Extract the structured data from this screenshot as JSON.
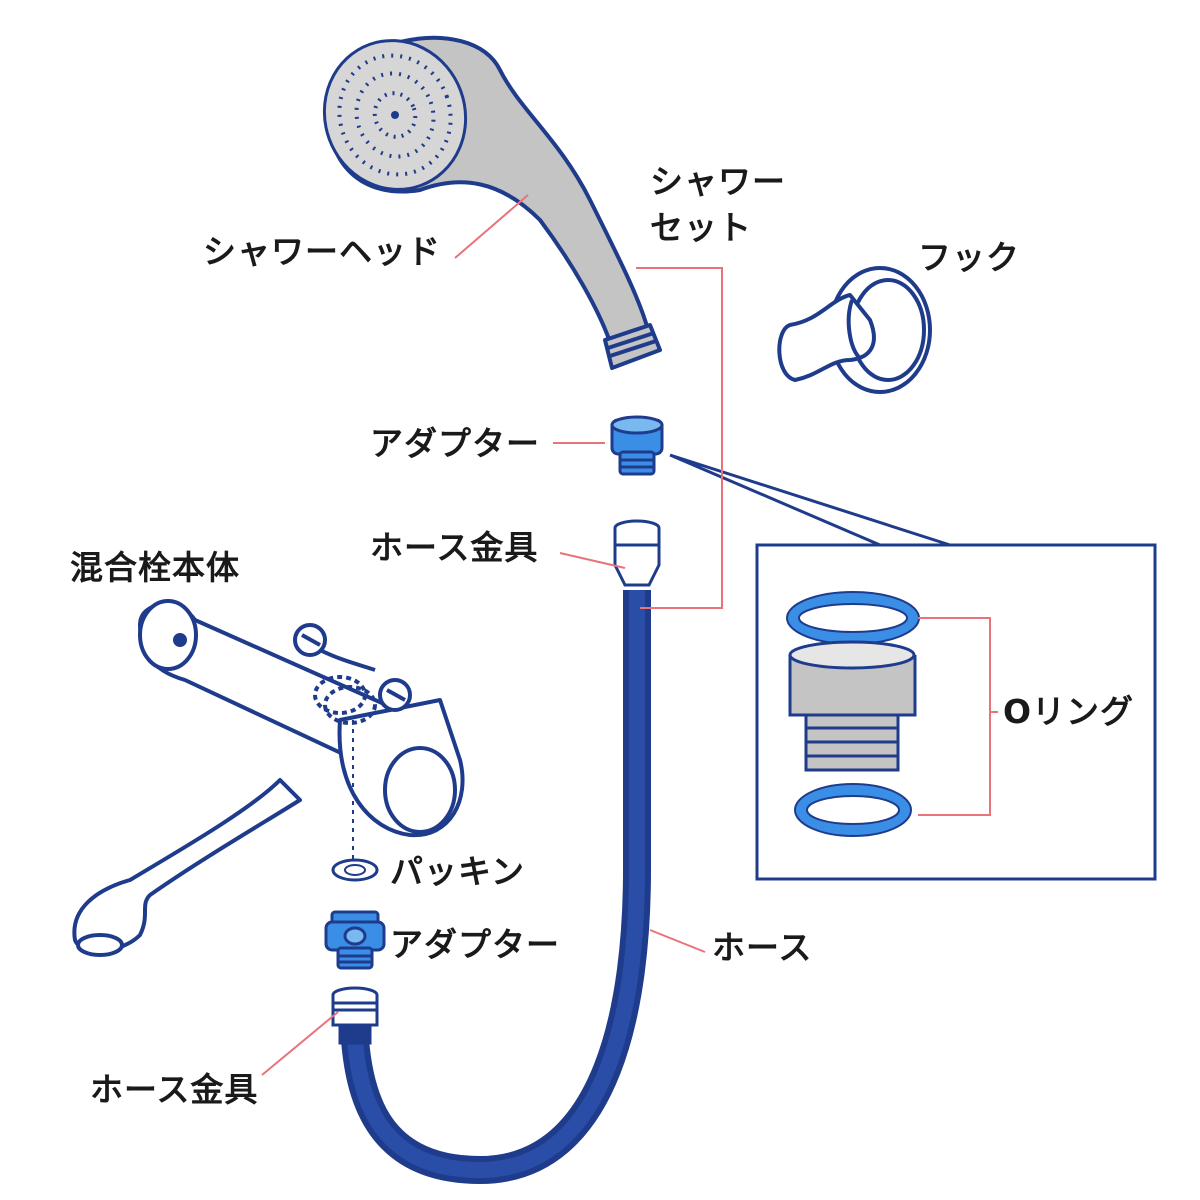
{
  "labels": {
    "shower_head": "シャワーヘッド",
    "shower_set_line1": "シャワー",
    "shower_set_line2": "セット",
    "hook": "フック",
    "adapter_top": "アダプター",
    "hose_fitting_top": "ホース金具",
    "mixer_body": "混合栓本体",
    "packing": "パッキン",
    "adapter_bottom": "アダプター",
    "hose": "ホース",
    "hose_fitting_bottom": "ホース金具",
    "o_ring": "Oリング"
  },
  "colors": {
    "outline": "#1f3c8c",
    "hose_fill": "#1f3c8c",
    "part_blue": "#3a8ee6",
    "part_light_blue": "#7ab8f0",
    "head_gray": "#bdbdbd",
    "leader_line": "#e8737a",
    "text": "#1a1a1a"
  },
  "icons": [
    "shower-head-icon",
    "hook-icon",
    "faucet-icon",
    "adapter-icon",
    "hose-icon",
    "o-ring-icon",
    "packing-icon"
  ]
}
